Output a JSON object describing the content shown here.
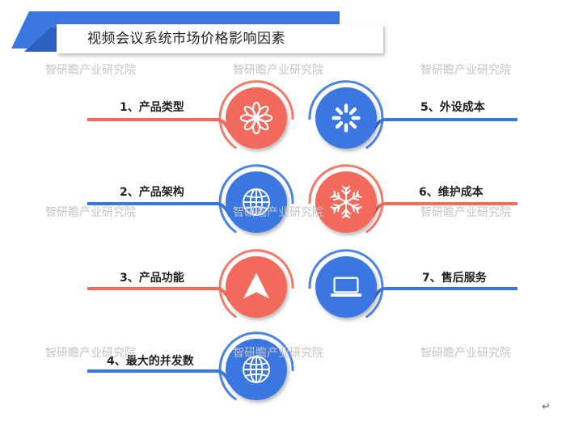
{
  "title": "视频会议系统市场价格影响因素",
  "watermark": "智研瞻产业研究院",
  "return_mark": "↵",
  "colors": {
    "red": "#f26b5b",
    "blue": "#3a77e0",
    "title_bar": "#3a77e0"
  },
  "factors": [
    {
      "label": "1、产品类型",
      "icon": "flower-icon",
      "color": "red"
    },
    {
      "label": "2、产品架构",
      "icon": "globe-icon",
      "color": "blue"
    },
    {
      "label": "3、产品功能",
      "icon": "triangle-icon",
      "color": "red"
    },
    {
      "label": "4、最大的并发数",
      "icon": "globe-icon",
      "color": "blue"
    },
    {
      "label": "5、外设成本",
      "icon": "asterisk-icon",
      "color": "blue"
    },
    {
      "label": "6、维护成本",
      "icon": "snowflake-icon",
      "color": "red"
    },
    {
      "label": "7、售后服务",
      "icon": "laptop-icon",
      "color": "blue"
    }
  ]
}
